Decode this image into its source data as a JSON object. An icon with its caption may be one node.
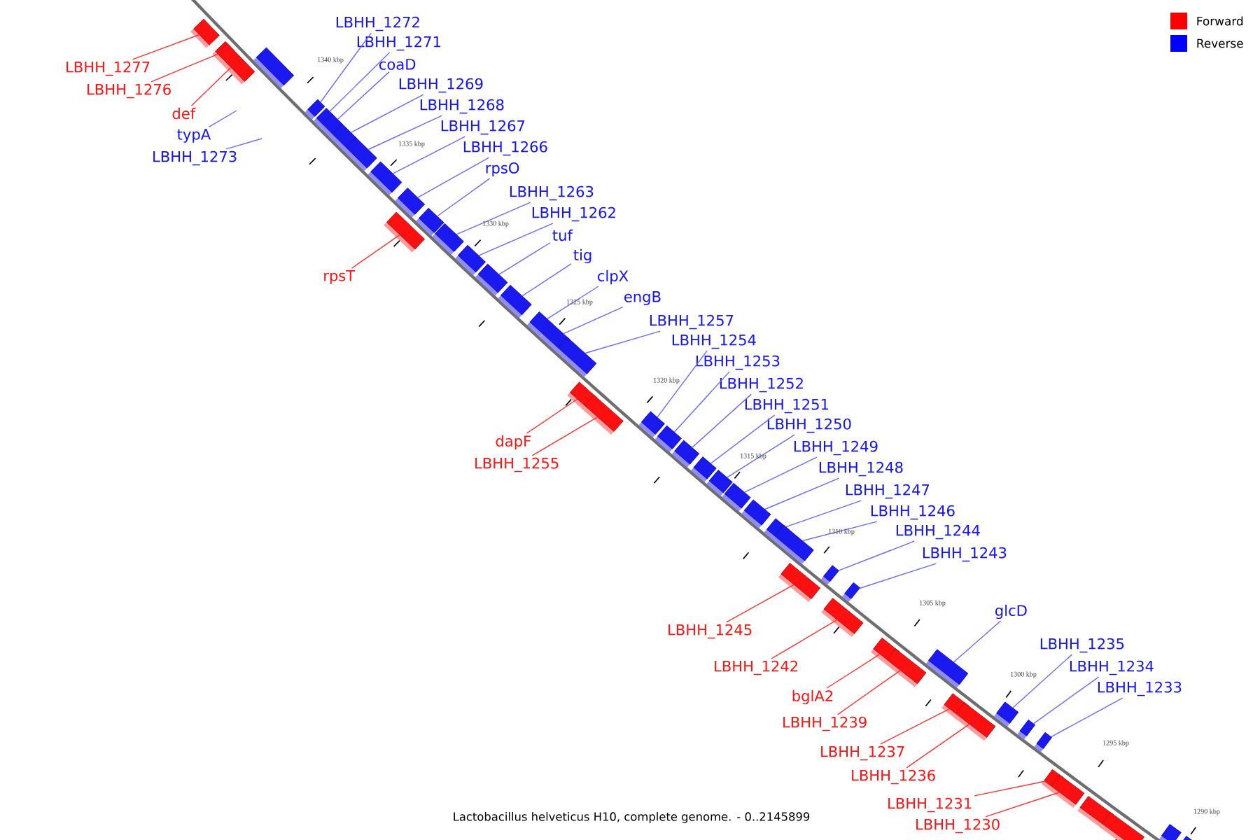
{
  "diagram": {
    "caption": "Lactobacillus helveticus H10, complete genome. - 0..2145899",
    "nodes": [
      {
        "text": [
          "LBHH_1272"
        ]
      },
      {
        "text": [
          "LBHH_1271"
        ]
      },
      {
        "text": [
          "coaD"
        ]
      },
      {
        "text": [
          "LBHH_1277"
        ]
      },
      {
        "text": [
          "LBHH_1269"
        ]
      },
      {
        "text": [
          "LBHH_1276"
        ]
      },
      {
        "text": [
          "LBHH_1268"
        ]
      },
      {
        "text": [
          "def"
        ]
      },
      {
        "text": [
          "LBHH_1267"
        ]
      },
      {
        "text": [
          "typA"
        ]
      },
      {
        "text": [
          "LBHH_1266"
        ]
      },
      {
        "text": [
          "LBHH_1273"
        ]
      },
      {
        "text": [
          "rpsO"
        ]
      },
      {
        "text": [
          "LBHH_1263"
        ]
      },
      {
        "text": [
          "LBHH_1262"
        ]
      },
      {
        "text": [
          "tuf"
        ]
      },
      {
        "text": [
          "tig"
        ]
      },
      {
        "text": [
          "rpsT"
        ]
      },
      {
        "text": [
          "clpX"
        ]
      },
      {
        "text": [
          "engB"
        ]
      },
      {
        "text": [
          "LBHH_1257"
        ]
      },
      {
        "text": [
          "LBHH_1254"
        ]
      },
      {
        "text": [
          "LBHH_1253"
        ]
      },
      {
        "text": [
          "LBHH_1252"
        ]
      },
      {
        "text": [
          "LBHH_1251"
        ]
      },
      {
        "text": [
          "LBHH_1250"
        ]
      },
      {
        "text": [
          "dapF"
        ]
      },
      {
        "text": [
          "LBHH_1249"
        ]
      },
      {
        "text": [
          "LBHH_1255"
        ]
      },
      {
        "text": [
          "LBHH_1248"
        ]
      },
      {
        "text": [
          "LBHH_1247"
        ]
      },
      {
        "text": [
          "LBHH_1246"
        ]
      },
      {
        "text": [
          "LBHH_1244"
        ]
      },
      {
        "text": [
          "LBHH_1243"
        ]
      },
      {
        "text": [
          "glcD"
        ]
      },
      {
        "text": [
          "LBHH_1245"
        ]
      },
      {
        "text": [
          "LBHH_1235"
        ]
      },
      {
        "text": [
          "LBHH_1234"
        ]
      },
      {
        "text": [
          "LBHH_1242"
        ]
      },
      {
        "text": [
          "LBHH_1233"
        ]
      },
      {
        "text": [
          "bglA2"
        ]
      },
      {
        "text": [
          "LBHH_1239"
        ]
      },
      {
        "text": [
          "LBHH_1237"
        ]
      },
      {
        "text": [
          "LBHH_1236"
        ]
      },
      {
        "text": [
          "LBHH_1231"
        ]
      },
      {
        "text": [
          "LBHH_1230"
        ]
      },
      {
        "text": [],
        "shape": "box"
      },
      {
        "text": [],
        "shape": "box"
      },
      {
        "text": [],
        "shape": "box"
      },
      {
        "text": [],
        "shape": "box"
      },
      {
        "text": [],
        "shape": "box"
      },
      {
        "text": [],
        "shape": "box"
      },
      {
        "text": [],
        "shape": "box"
      },
      {
        "text": [],
        "shape": "box"
      },
      {
        "text": [],
        "shape": "box"
      },
      {
        "text": [],
        "shape": "box"
      },
      {
        "text": [],
        "shape": "box"
      },
      {
        "text": [],
        "shape": "box"
      },
      {
        "text": [],
        "shape": "box"
      },
      {
        "text": [],
        "shape": "box"
      },
      {
        "text": [],
        "shape": "box"
      },
      {
        "text": [],
        "shape": "box"
      },
      {
        "text": [],
        "shape": "box"
      },
      {
        "text": [],
        "shape": "box"
      },
      {
        "text": [],
        "shape": "box"
      },
      {
        "text": [],
        "shape": "box"
      },
      {
        "text": [],
        "shape": "box"
      },
      {
        "text": [],
        "shape": "box"
      },
      {
        "text": [],
        "shape": "box"
      },
      {
        "text": [],
        "shape": "box"
      },
      {
        "text": [],
        "shape": "box"
      },
      {
        "text": [],
        "shape": "box"
      },
      {
        "text": [],
        "shape": "box"
      },
      {
        "text": [],
        "shape": "box"
      },
      {
        "text": [],
        "shape": "box"
      },
      {
        "text": [],
        "shape": "box"
      },
      {
        "text": [],
        "shape": "box"
      },
      {
        "text": [],
        "shape": "box"
      },
      {
        "text": [],
        "shape": "box"
      },
      {
        "text": [],
        "shape": "box"
      },
      {
        "text": [],
        "shape": "box"
      },
      {
        "text": [],
        "shape": "box"
      },
      {
        "text": [],
        "shape": "box"
      },
      {
        "text": [],
        "shape": "box"
      },
      {
        "text": [],
        "shape": "box"
      },
      {
        "text": [],
        "shape": "box"
      },
      {
        "text": [],
        "shape": "box"
      },
      {
        "text": [],
        "shape": "box"
      },
      {
        "text": [],
        "shape": "box"
      },
      {
        "text": [],
        "shape": "box"
      },
      {
        "text": [],
        "shape": "box"
      },
      {
        "text": [],
        "shape": "box"
      },
      {
        "text": [],
        "shape": "box"
      },
      {
        "text": [],
        "shape": "box"
      },
      {
        "text": [],
        "shape": "box"
      }
    ],
    "edges": [
      {
        "from": 0,
        "to": 46,
        "arrow": "none"
      },
      {
        "from": 1,
        "to": 47,
        "arrow": "none"
      },
      {
        "from": 2,
        "to": 48,
        "arrow": "none"
      },
      {
        "from": 3,
        "to": 49,
        "arrow": "none",
        "color": "#ff3333"
      },
      {
        "from": 4,
        "to": 50,
        "arrow": "none"
      },
      {
        "from": 5,
        "to": 51,
        "arrow": "none",
        "color": "#ff3333"
      },
      {
        "from": 6,
        "to": 52,
        "arrow": "none"
      },
      {
        "from": 7,
        "to": 53,
        "arrow": "none",
        "color": "#ff3333"
      },
      {
        "from": 8,
        "to": 54,
        "arrow": "none"
      },
      {
        "from": 9,
        "to": null,
        "arrow": "none"
      },
      {
        "from": 10,
        "to": 55,
        "arrow": "none"
      },
      {
        "from": 11,
        "to": null,
        "arrow": "none"
      },
      {
        "from": 12,
        "to": 56,
        "arrow": "none"
      },
      {
        "from": 13,
        "to": 57,
        "arrow": "none"
      },
      {
        "from": 14,
        "to": 58,
        "arrow": "none"
      },
      {
        "from": 15,
        "to": 59,
        "arrow": "none"
      },
      {
        "from": 16,
        "to": 60,
        "arrow": "none"
      },
      {
        "from": 17,
        "to": 61,
        "arrow": "none",
        "color": "#ff3333"
      },
      {
        "from": 18,
        "to": 62,
        "arrow": "none"
      },
      {
        "from": 19,
        "to": 63,
        "arrow": "none"
      },
      {
        "from": 20,
        "to": 64,
        "arrow": "none"
      },
      {
        "from": 21,
        "to": 65,
        "arrow": "none"
      },
      {
        "from": 22,
        "to": 66,
        "arrow": "none"
      },
      {
        "from": 23,
        "to": 67,
        "arrow": "none"
      },
      {
        "from": 24,
        "to": 68,
        "arrow": "none"
      },
      {
        "from": 25,
        "to": 69,
        "arrow": "none"
      },
      {
        "from": 26,
        "to": 70,
        "arrow": "none",
        "color": "#ff3333"
      },
      {
        "from": 27,
        "to": 71,
        "arrow": "none"
      },
      {
        "from": 28,
        "to": 72,
        "arrow": "none",
        "color": "#ff3333"
      },
      {
        "from": 29,
        "to": 73,
        "arrow": "none"
      },
      {
        "from": 30,
        "to": 74,
        "arrow": "none"
      },
      {
        "from": 31,
        "to": 75,
        "arrow": "none"
      },
      {
        "from": 32,
        "to": 76,
        "arrow": "none"
      },
      {
        "from": 33,
        "to": 77,
        "arrow": "none"
      },
      {
        "from": 34,
        "to": 78,
        "arrow": "none"
      },
      {
        "from": 35,
        "to": 79,
        "arrow": "none",
        "color": "#ff3333"
      },
      {
        "from": 36,
        "to": 80,
        "arrow": "none"
      },
      {
        "from": 37,
        "to": 81,
        "arrow": "none"
      },
      {
        "from": 38,
        "to": 82,
        "arrow": "none",
        "color": "#ff3333"
      },
      {
        "from": 39,
        "to": 83,
        "arrow": "none"
      },
      {
        "from": 40,
        "to": 84,
        "arrow": "none",
        "color": "#ff3333"
      },
      {
        "from": 41,
        "to": 85,
        "arrow": "none",
        "color": "#ff3333"
      },
      {
        "from": 42,
        "to": 86,
        "arrow": "none",
        "color": "#ff3333"
      },
      {
        "from": 43,
        "to": 87,
        "arrow": "none",
        "color": "#ff3333"
      },
      {
        "from": 44,
        "to": 88,
        "arrow": "none",
        "color": "#ff3333"
      },
      {
        "from": 45,
        "to": 89,
        "arrow": "none",
        "color": "#ff3333"
      }
    ],
    "labels": [
      "1340 kbp",
      "1335 kbp",
      "1330 kbp",
      "1325 kbp",
      "1320 kbp",
      "1315 kbp",
      "1310 kbp",
      "1305 kbp",
      "1300 kbp",
      "1295 kbp",
      "1290 kbp"
    ],
    "legend": [
      {
        "text": "Forward",
        "color": "#ff0000"
      },
      {
        "text": "Reverse",
        "color": "#0000ff"
      }
    ]
  }
}
